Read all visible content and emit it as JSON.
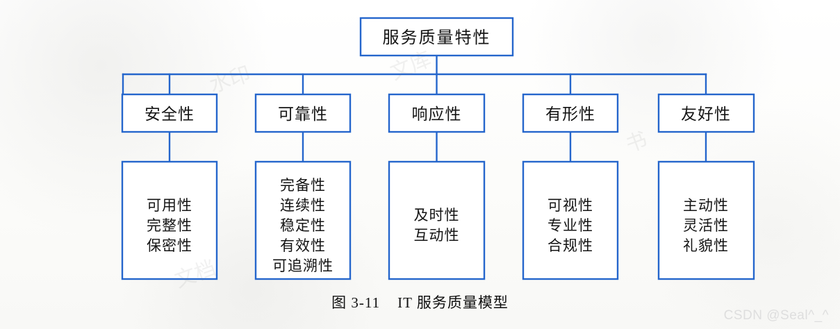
{
  "figure": {
    "caption": "图 3-11    IT 服务质量模型",
    "watermark": "CSDN @Seal^_^",
    "accent_color": "#2566cc",
    "box_fill": "#ffffff",
    "text_color": "#141414",
    "page_background": "#fdfdfc"
  },
  "chart_data": {
    "type": "diagram",
    "title": "IT 服务质量模型",
    "root": "服务质量特性",
    "branches": [
      {
        "label": "安全性",
        "attributes": [
          "可用性",
          "完整性",
          "保密性"
        ]
      },
      {
        "label": "可靠性",
        "attributes": [
          "完备性",
          "连续性",
          "稳定性",
          "有效性",
          "可追溯性"
        ]
      },
      {
        "label": "响应性",
        "attributes": [
          "及时性",
          "互动性"
        ]
      },
      {
        "label": "有形性",
        "attributes": [
          "可视性",
          "专业性",
          "合规性"
        ]
      },
      {
        "label": "友好性",
        "attributes": [
          "主动性",
          "灵活性",
          "礼貌性"
        ]
      }
    ]
  },
  "nodes": {
    "root": {
      "label": "服务质量特性"
    },
    "level1": [
      {
        "label": "安全性"
      },
      {
        "label": "可靠性"
      },
      {
        "label": "响应性"
      },
      {
        "label": "有形性"
      },
      {
        "label": "友好性"
      }
    ],
    "level2": [
      {
        "line1": "可用性",
        "line2": "完整性",
        "line3": "保密性",
        "line4": "",
        "line5": ""
      },
      {
        "line1": "完备性",
        "line2": "连续性",
        "line3": "稳定性",
        "line4": "有效性",
        "line5": "可追溯性"
      },
      {
        "line1": "及时性",
        "line2": "互动性",
        "line3": "",
        "line4": "",
        "line5": ""
      },
      {
        "line1": "可视性",
        "line2": "专业性",
        "line3": "合规性",
        "line4": "",
        "line5": ""
      },
      {
        "line1": "主动性",
        "line2": "灵活性",
        "line3": "礼貌性",
        "line4": "",
        "line5": ""
      }
    ]
  }
}
